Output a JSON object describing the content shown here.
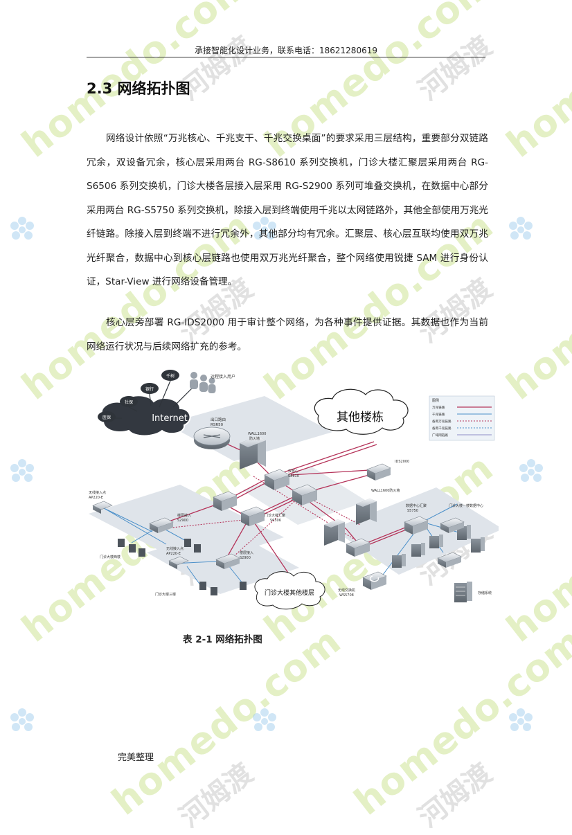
{
  "header": {
    "text": "承接智能化设计业务，联系电话：18621280619"
  },
  "section": {
    "title": "2.3 网络拓扑图"
  },
  "paragraphs": [
    "网络设计依照“万兆核心、千兆支干、千兆交换桌面”的要求采用三层结构，重要部分双链路冗余，双设备冗余，核心层采用两台 RG-S8610 系列交换机，门诊大楼汇聚层采用两台 RG-S6506 系列交换机，门诊大楼各层接入层采用 RG-S2900 系列可堆叠交换机，在数据中心部分采用两台 RG-S5750 系列交换机，除接入层到终端使用千兆以太网链路外，其他全部使用万兆光纤链路。除接入层到终端不进行冗余外，其他部分均有冗余。汇聚层、核心层互联均使用双万兆光纤聚合，数据中心到核心层链路也使用双万兆光纤聚合，整个网络使用锐捷 SAM 进行身份认证，Star-View 进行网络设备管理。",
    "核心层旁部署 RG-IDS2000 用于审计整个网络，为各种事件提供证据。其数据也作为当前网络运行状况与后续网络扩充的参考。"
  ],
  "diagram": {
    "clouds": {
      "internet": "Internet",
      "other_buildings": "其他楼栋",
      "other_floors": "门诊大楼其他楼层"
    },
    "user_bubbles": {
      "qiantai": "千树",
      "yinhang": "银行",
      "shebao": "社保",
      "yibao": "医保"
    },
    "remote_users": "远程接入用户",
    "devices": {
      "exit_router": "出口路由",
      "exit_router_model": "RSR50",
      "firewall_exit": "WALL1600",
      "firewall_exit_sub": "防火墙",
      "ids": "IDS2000",
      "core": "双核心",
      "core_model": "S8610",
      "aggregation": "门诊大楼汇聚",
      "aggregation_model": "S6506",
      "access_1": "楼层接入",
      "access_1_model": "S2900",
      "access_2": "楼层接入",
      "access_2_model": "S2900",
      "firewall_dc": "WALL1600防火墙",
      "dc_core": "数据中心汇聚",
      "dc_core_model": "S5750",
      "wifi_1": "无线接入点",
      "wifi_1_model": "AP220-E",
      "wifi_2": "无线接入点",
      "wifi_2_model": "AP220-E",
      "wireless_switch": "无线交换机",
      "wireless_switch_model": "WS5708",
      "storage": "存储系统",
      "dc_label": "门诊大楼一楼数据中心"
    },
    "zones": {
      "floor_2": "门诊大楼西楼",
      "floor_3": "门诊大楼三楼"
    },
    "legend": {
      "title": "图例",
      "items": [
        "万兆链路",
        "千兆链路",
        "备用万兆链路",
        "备用千兆链路",
        "广域网链路"
      ]
    },
    "colors": {
      "ten_gig": "#b5345a",
      "gig": "#4a8fc9",
      "wan": "#8e8ec8",
      "zone_fill": "#dfe4ea"
    }
  },
  "caption": "表 2-1 网络拓扑图",
  "footer": "完美整理"
}
